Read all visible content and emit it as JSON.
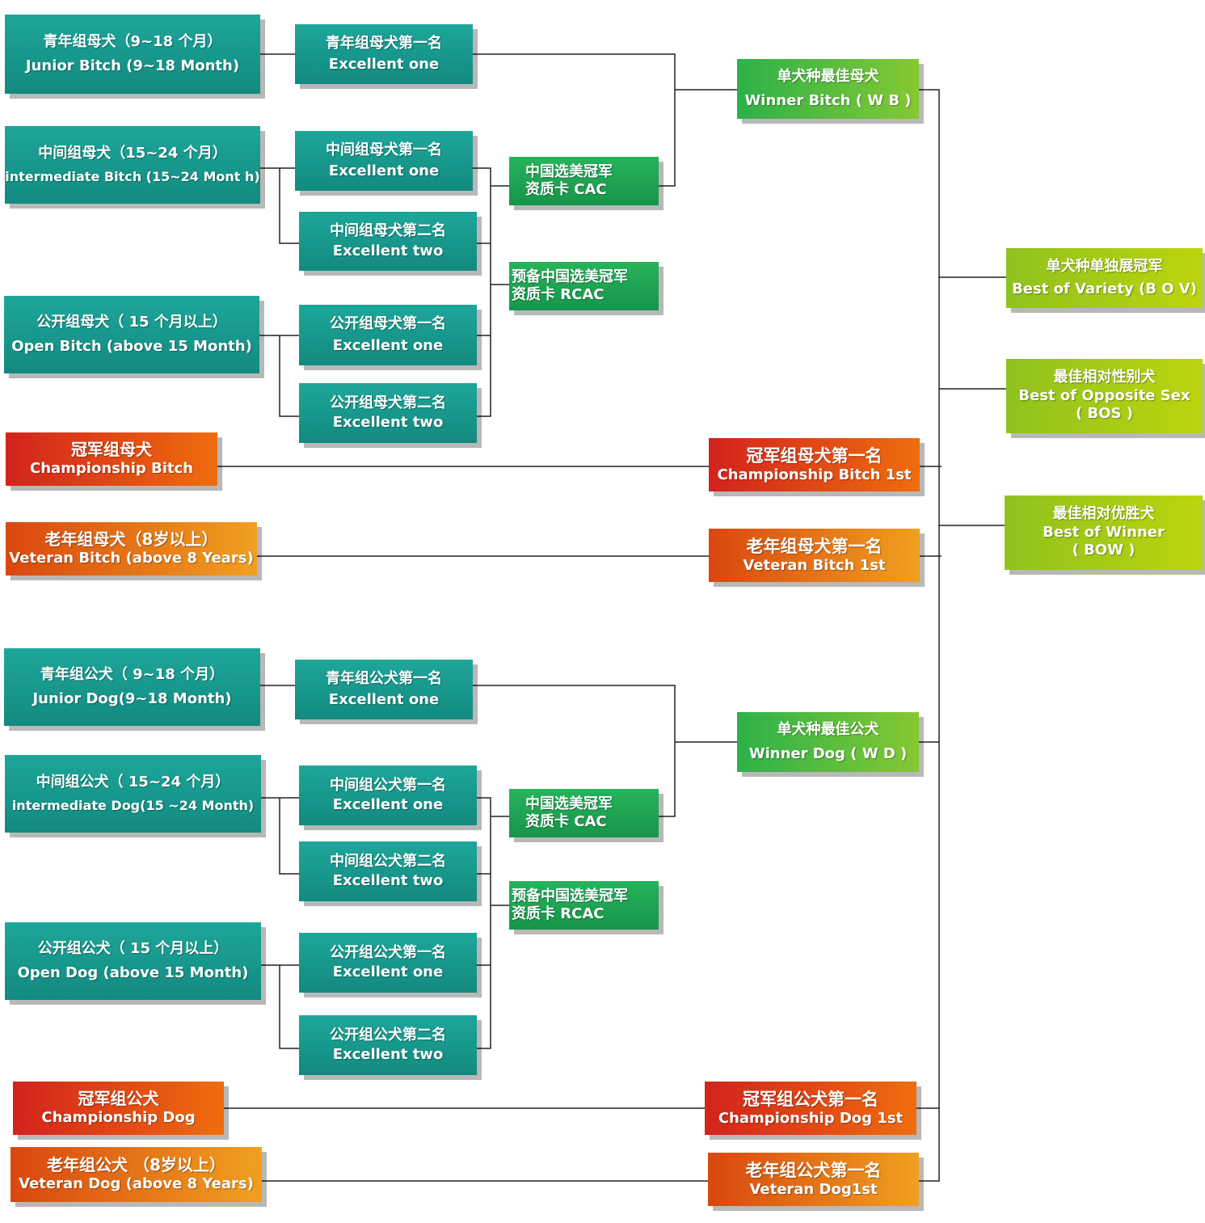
{
  "bitch": {
    "junior": {
      "zh": "青年组母犬（9~18 个月）",
      "en": "Junior Bitch (9~18 Month)"
    },
    "intermediate": {
      "zh": "中间组母犬（15~24 个月）",
      "en": "intermediate Bitch (15~24 Mont h)"
    },
    "open": {
      "zh": "公开组母犬（ 15 个月以上）",
      "en": "Open Bitch (above 15 Month)"
    },
    "championship": {
      "zh": "冠军组母犬",
      "en": "Championship Bitch"
    },
    "veteran": {
      "zh": "老年组母犬（8岁以上）",
      "en": "Veteran Bitch (above 8 Years)"
    },
    "junior_first": {
      "zh": "青年组母犬第一名",
      "en": "Excellent one"
    },
    "inter_first": {
      "zh": "中间组母犬第一名",
      "en": "Excellent one"
    },
    "inter_second": {
      "zh": "中间组母犬第二名",
      "en": "Excellent two"
    },
    "open_first": {
      "zh": "公开组母犬第一名",
      "en": "Excellent one"
    },
    "open_second": {
      "zh": "公开组母犬第二名",
      "en": "Excellent two"
    },
    "cac": {
      "zh": "中国选美冠军",
      "en": "资质卡  CAC"
    },
    "rcac": {
      "zh": "预备中国选美冠军",
      "en": "资质卡    RCAC"
    },
    "winner": {
      "zh": "单犬种最佳母犬",
      "en": "Winner Bitch ( W B )"
    },
    "champ_first": {
      "zh": "冠军组母犬第一名",
      "en": "Championship Bitch 1st"
    },
    "veteran_first": {
      "zh": "老年组母犬第一名",
      "en": "Veteran Bitch 1st"
    }
  },
  "dog": {
    "junior": {
      "zh": "青年组公犬（ 9~18 个月）",
      "en": "Junior Dog(9~18 Month)"
    },
    "intermediate": {
      "zh": "中间组公犬（ 15~24 个月）",
      "en": "intermediate Dog(15 ~24 Month)"
    },
    "open": {
      "zh": "公开组公犬（ 15 个月以上）",
      "en": "Open Dog (above 15 Month)"
    },
    "championship": {
      "zh": "冠军组公犬",
      "en": "Championship Dog"
    },
    "veteran": {
      "zh": "老年组公犬 （8岁以上）",
      "en": "Veteran Dog (above 8 Years)"
    },
    "junior_first": {
      "zh": "青年组公犬第一名",
      "en": "Excellent one"
    },
    "inter_first": {
      "zh": "中间组公犬第一名",
      "en": "Excellent one"
    },
    "inter_second": {
      "zh": "中间组公犬第二名",
      "en": "Excellent two"
    },
    "open_first": {
      "zh": "公开组公犬第一名",
      "en": "Excellent one"
    },
    "open_second": {
      "zh": "公开组公犬第二名",
      "en": "Excellent two"
    },
    "cac": {
      "zh": "中国选美冠军",
      "en": "资质卡  CAC"
    },
    "rcac": {
      "zh": "预备中国选美冠军",
      "en": "资质卡    RCAC"
    },
    "winner": {
      "zh": "单犬种最佳公犬",
      "en": "Winner Dog ( W D )"
    },
    "champ_first": {
      "zh": "冠军组公犬第一名",
      "en": "Championship Dog 1st"
    },
    "veteran_first": {
      "zh": "老年组公犬第一名",
      "en": "Veteran Dog1st"
    }
  },
  "final": {
    "bov": {
      "zh": "单犬种单独展冠军",
      "en": "Best of Variety (B O V)"
    },
    "bos": {
      "zh": "最佳相对性别犬",
      "en": "Best of Opposite Sex",
      "abbr": "( BOS )"
    },
    "bow": {
      "zh": "最佳相对优胜犬",
      "en": "Best of Winner",
      "abbr": "( BOW )"
    }
  }
}
